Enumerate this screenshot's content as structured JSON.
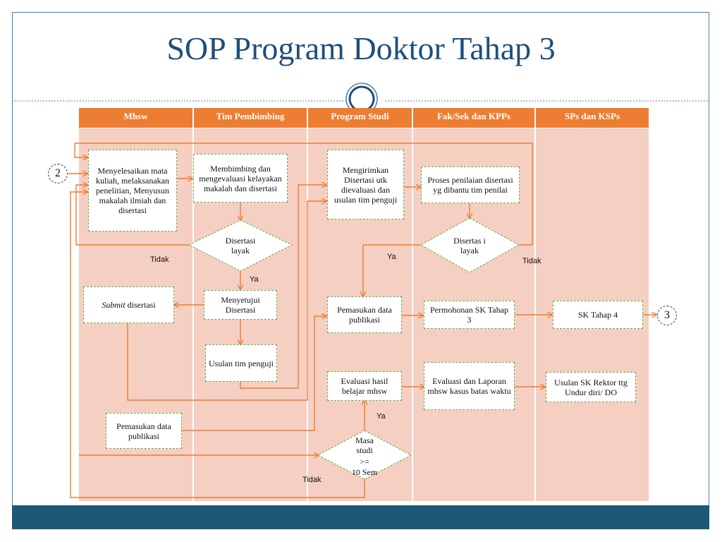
{
  "slide": {
    "title": "SOP Program Doktor  Tahap 3"
  },
  "lanes": [
    "Mhsw",
    "Tim Pembimbing",
    "Program Studi",
    "Fak/Sek dan KPPs",
    "SPs dan KSPs"
  ],
  "connectors": {
    "in": "2",
    "out": "3"
  },
  "boxes": {
    "menyelesaikan": "Menyelesaikan mata kuliah, melaksanakan penelitian, Menyusun makalah ilmiah dan disertasi",
    "membimbing": "Membimbing dan mengevaluasi kelayakan makalah dan  disertasi",
    "mengirimkan": "Mengirimkan Disertasi  utk dievaluasi dan usulan tim penguji",
    "proses_penilaian": "Proses penilaian disertasi yg dibantu tim penilai",
    "submit_em": "Submit",
    "submit_rest": " disertasi",
    "menyetujui": "Menyetujui Disertasi",
    "usulan_tim": "Usulan tim penguji",
    "pemasukan_prodi": "Pemasukan data publikasi",
    "permohonan_sk": "Permohonan SK Tahap 3",
    "sk_tahap4": "SK Tahap  4",
    "pemasukan_mhsw": "Pemasukan data publikasi",
    "evaluasi_hasil": "Evaluasi hasil belajar mhsw",
    "evaluasi_laporan": "Evaluasi  dan Laporan mhsw kasus batas waktu",
    "usulan_sk_rektor": "Usulan SK Rektor ttg Undur diri/ DO"
  },
  "decisions": {
    "disertasi_layak_1": "Disertasi layak",
    "disertasi_layak_2": "Disertas i layak",
    "masa_studi_1": "Masa studi",
    "masa_studi_2": ">=",
    "masa_studi_3": "10 Sem"
  },
  "labels": {
    "tidak": "Tidak",
    "ya": "Ya"
  },
  "colors": {
    "header": "#ed7d31",
    "lane": "#f4cfc2",
    "arrow": "#ed7d31",
    "box_border": "#6aa84f",
    "title": "#1f4e79",
    "bar": "#1d5878"
  }
}
